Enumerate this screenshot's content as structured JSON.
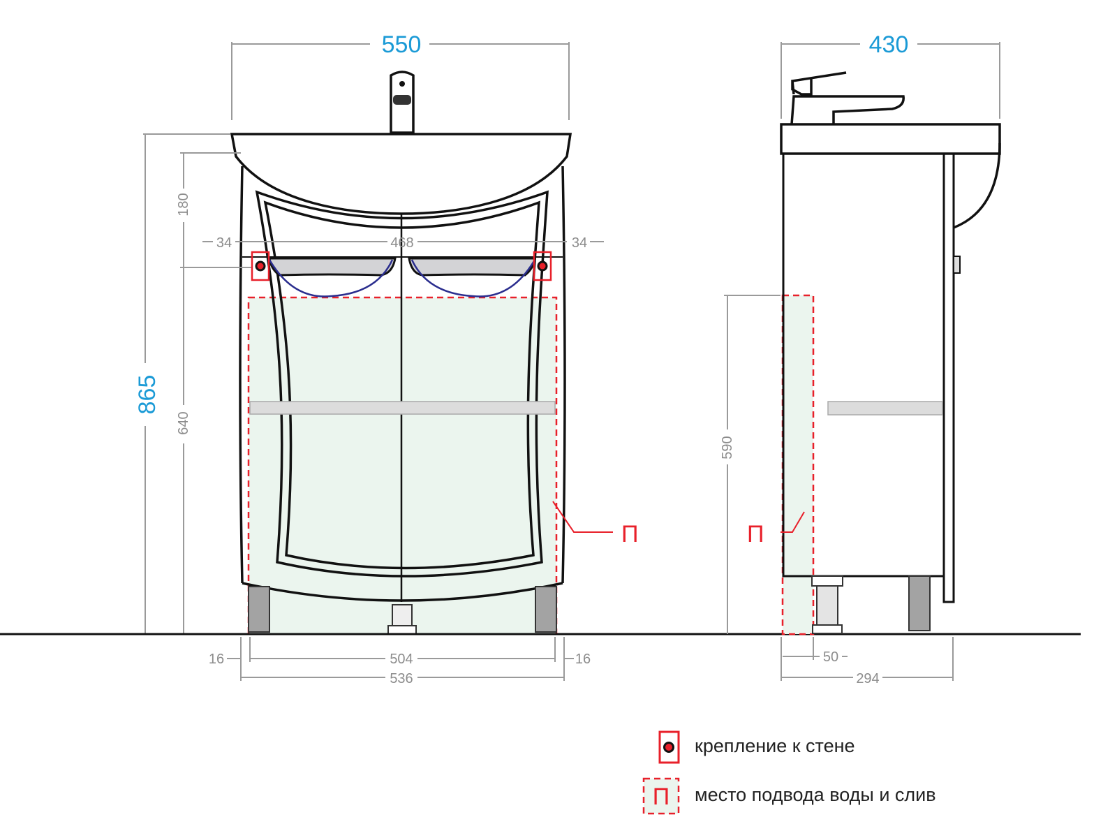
{
  "front_view": {
    "width_total": "550",
    "height_total": "865",
    "height_top": "180",
    "height_bottom": "640",
    "mount_left_offset": "34",
    "mount_spacing": "468",
    "mount_right_offset": "34",
    "leg_left_offset": "16",
    "leg_spacing": "504",
    "leg_right_offset": "16",
    "cabinet_width": "536",
    "plumbing_marker": "П"
  },
  "side_view": {
    "depth_total": "430",
    "plumbing_height": "590",
    "plumbing_depth": "50",
    "cabinet_depth": "294",
    "plumbing_marker": "П"
  },
  "legend": {
    "items": [
      {
        "label": "крепление к стене",
        "icon": "wall-mount-icon"
      },
      {
        "label": "место подвода воды и слив",
        "icon": "plumbing-zone-icon",
        "marker": "П"
      }
    ]
  },
  "colors": {
    "accent_blue": "#1a9ad6",
    "marker_red": "#e8202a",
    "zone_fill": "#ebf5ee"
  }
}
